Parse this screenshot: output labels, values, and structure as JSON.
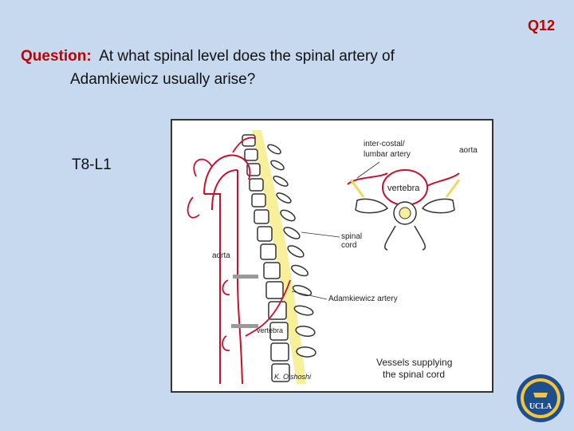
{
  "slide": {
    "number": "Q12",
    "question_label": "Question:",
    "question_line1": "At what spinal level does the spinal artery of",
    "question_line2": "Adamkiewicz usually arise?",
    "answer": "T8-L1"
  },
  "figure": {
    "labels": {
      "intercostal_1": "inter-costal/",
      "intercostal_2": "lumbar artery",
      "aorta_right": "aorta",
      "vertebra_top": "vertebra",
      "spinal_cord_1": "spinal",
      "spinal_cord_2": "cord",
      "aorta_left": "aorta",
      "adamkiewicz": "Adamkiewicz artery",
      "vertebra_bottom": "vertebra",
      "caption_1": "Vessels supplying",
      "caption_2": "the spinal cord",
      "signature": "K. Oishoshi"
    }
  },
  "logo": {
    "text": "UCLA"
  },
  "colors": {
    "accent": "#c00000",
    "background": "#c6d9ef",
    "artery": "#c8102e",
    "cord": "#f7ef9a"
  }
}
